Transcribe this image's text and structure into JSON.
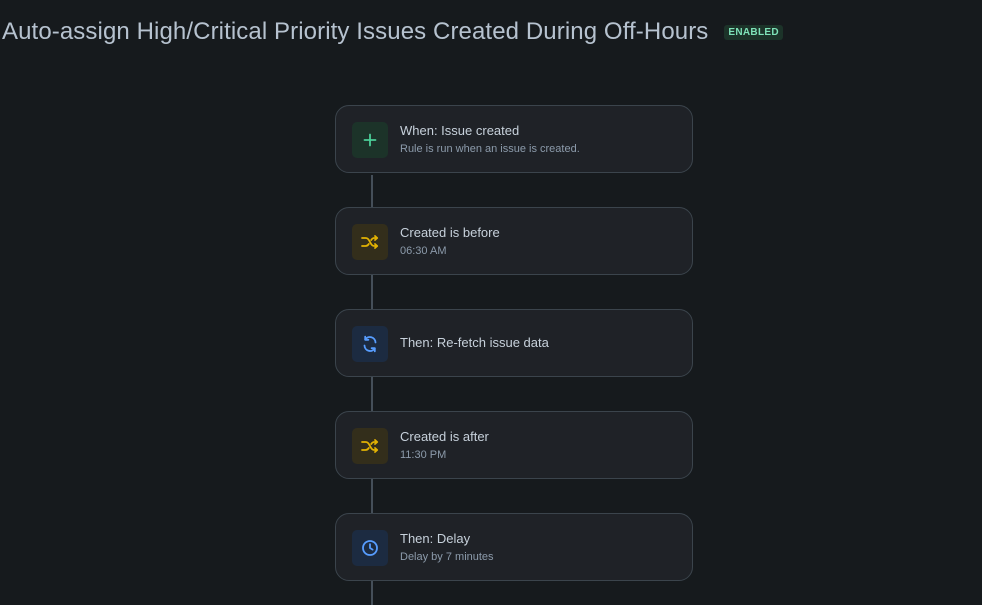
{
  "rule": {
    "title": "Auto-assign High/Critical Priority Issues Created During Off-Hours",
    "status_badge": "ENABLED"
  },
  "steps": [
    {
      "icon": "plus-icon",
      "color": "#4bce97",
      "label": "When: Issue created",
      "sub": "Rule is run when an issue is created."
    },
    {
      "icon": "shuffle-icon",
      "color": "#e2b203",
      "label": "Created is before",
      "sub": "06:30 AM"
    },
    {
      "icon": "refresh-icon",
      "color": "#579dff",
      "label": "Then: Re-fetch issue data",
      "sub": ""
    },
    {
      "icon": "shuffle-icon",
      "color": "#e2b203",
      "label": "Created is after",
      "sub": "11:30 PM"
    },
    {
      "icon": "clock-icon",
      "color": "#579dff",
      "label": "Then: Delay",
      "sub": "Delay by 7 minutes"
    }
  ]
}
